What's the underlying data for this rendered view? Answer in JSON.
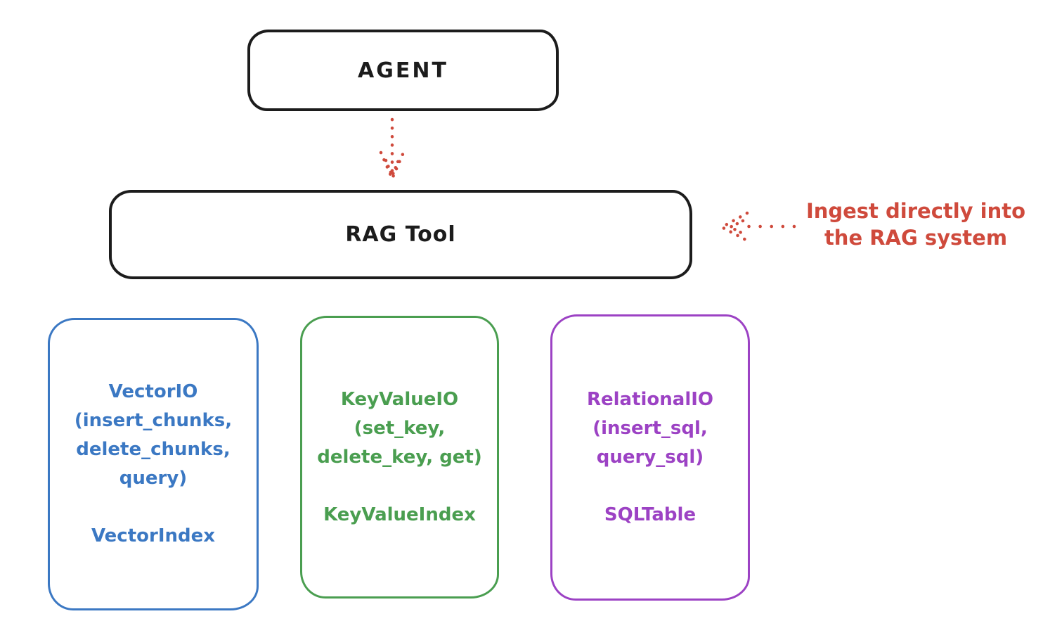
{
  "colors": {
    "ink": "#1c1c1c",
    "red": "#cf4a3c",
    "blue": "#3b78c3",
    "green": "#4a9e50",
    "purple": "#9c42c4",
    "background": "#ffffff"
  },
  "agent_box": {
    "label": "AGENT"
  },
  "rag_tool_box": {
    "label": "RAG Tool"
  },
  "annotation": {
    "lines": [
      "Ingest directly into",
      "the RAG system"
    ]
  },
  "arrows": [
    {
      "name": "agent-to-rag-tool",
      "style": "dotted",
      "direction": "down"
    },
    {
      "name": "annotation-to-rag-tool",
      "style": "dotted",
      "direction": "left"
    }
  ],
  "io_boxes": [
    {
      "title": "VectorIO",
      "method_lines": [
        "(insert_chunks,",
        "delete_chunks,",
        "query)"
      ],
      "index_label": "VectorIndex",
      "color": "#3b78c3"
    },
    {
      "title": "KeyValueIO",
      "method_lines": [
        "(set_key,",
        "delete_key, get)"
      ],
      "index_label": "KeyValueIndex",
      "color": "#4a9e50"
    },
    {
      "title": "RelationalIO",
      "method_lines": [
        "(insert_sql,",
        "query_sql)"
      ],
      "index_label": "SQLTable",
      "color": "#9c42c4"
    }
  ]
}
